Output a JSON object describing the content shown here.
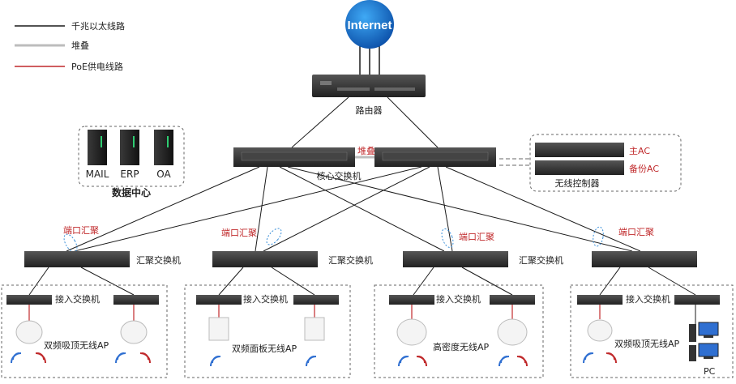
{
  "legend": {
    "items": [
      {
        "label": "千兆以太线路",
        "color": "#1a1a1a"
      },
      {
        "label": "堆叠",
        "color": "#bdbdbd"
      },
      {
        "label": "PoE供电线路",
        "color": "#c0292b"
      }
    ]
  },
  "internet": {
    "label": "Internet"
  },
  "router": {
    "label": "路由器"
  },
  "core": {
    "label": "核心交换机",
    "stack_label": "堆叠"
  },
  "datacenter": {
    "label": "数据中心",
    "servers": [
      "MAIL",
      "ERP",
      "OA"
    ]
  },
  "controller": {
    "label": "无线控制器",
    "primary": "主AC",
    "backup": "备份AC"
  },
  "aggregation": {
    "port_agg_label": "端口汇聚",
    "switch_label": "汇聚交换机"
  },
  "access": {
    "switch_label": "接入交换机",
    "groups": [
      {
        "ap_label": "双频吸顶无线AP"
      },
      {
        "ap_label": "双频面板无线AP"
      },
      {
        "ap_label": "高密度无线AP"
      },
      {
        "ap_label": "双频吸顶无线AP"
      }
    ],
    "pc_label": "PC"
  },
  "colors": {
    "ethernet": "#1a1a1a",
    "stack": "#bdbdbd",
    "poe": "#c0292b",
    "annotation": "#c0292b"
  }
}
